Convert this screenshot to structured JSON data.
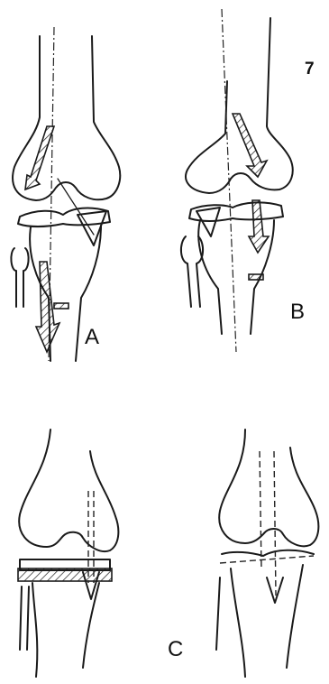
{
  "figure": {
    "number": "7",
    "panels": [
      {
        "label": "A"
      },
      {
        "label": "B"
      },
      {
        "label": "C"
      }
    ]
  },
  "colors": {
    "ink": "#1a1a1a",
    "paper": "#ffffff"
  }
}
